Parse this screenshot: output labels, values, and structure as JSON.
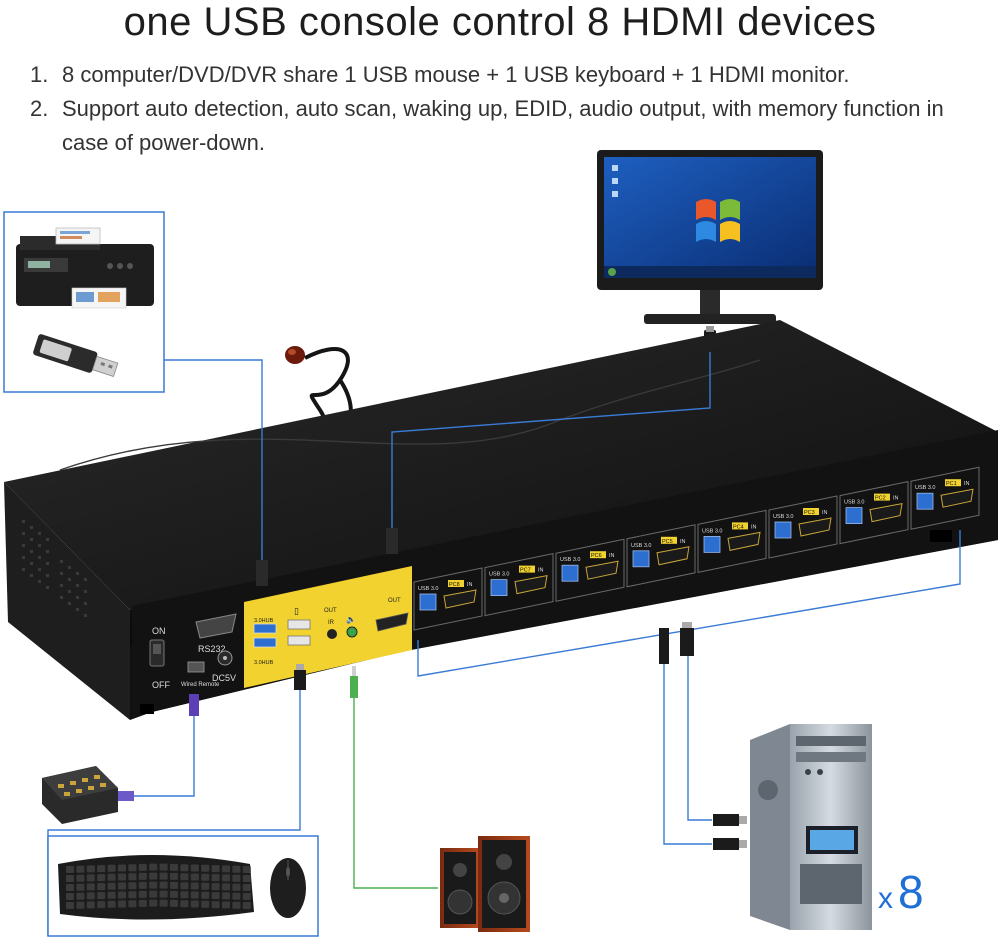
{
  "title": "one USB console control 8 HDMI devices",
  "features": [
    {
      "num": "1.",
      "text": "8 computer/DVD/DVR share 1 USB mouse + 1 USB keyboard + 1 HDMI monitor."
    },
    {
      "num": "2.",
      "text": "Support auto detection, auto scan, waking up, EDID, audio output, with memory function in case of power-down."
    }
  ],
  "switch_labels": {
    "on": "ON",
    "off": "OFF",
    "rs232": "RS232",
    "dc5v": "DC5V",
    "wired_remote": "Wired Remote",
    "hub_top": "3.0HUB",
    "hub_bottom": "3.0HUB",
    "out_audio": "OUT",
    "ir": "IR",
    "hdmi_out": "OUT",
    "usb30": "USB 3.0",
    "in": "IN"
  },
  "ports": [
    "PC8",
    "PC7",
    "PC6",
    "PC5",
    "PC4",
    "PC3",
    "PC2",
    "PC1"
  ],
  "multiplier": "x8",
  "icons": [
    "printer-icon",
    "usb-drive-icon",
    "monitor-icon",
    "ir-sensor-icon",
    "keyboard-icon",
    "mouse-icon",
    "speakers-icon",
    "pc-tower-icon",
    "wired-remote-icon"
  ],
  "colors": {
    "accent_yellow": "#f2d22e",
    "line_blue": "#3a7bd5",
    "line_green": "#4caf50",
    "device_black": "#1a1a1a",
    "multiplier_blue": "#1f6fd6"
  }
}
